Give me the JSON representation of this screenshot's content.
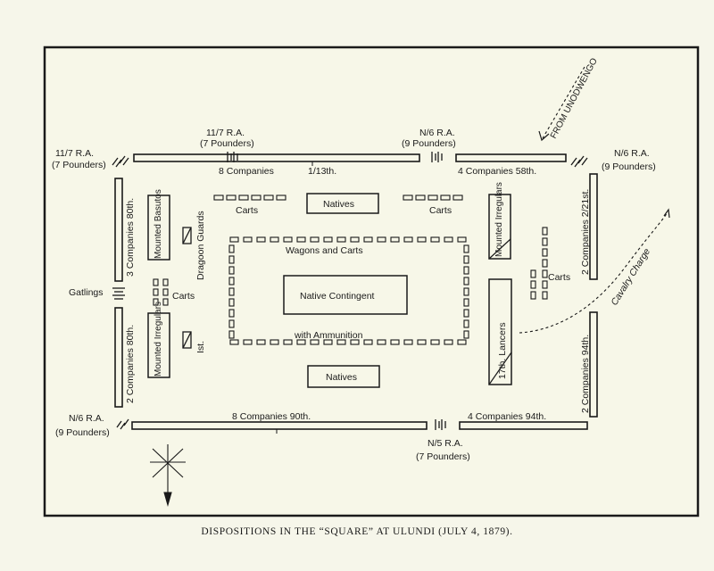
{
  "caption": "DISPOSITIONS IN THE “SQUARE” AT ULUNDI (JULY 4, 1879).",
  "labels": {
    "ra_nw_line1": "11/7 R.A.",
    "ra_nw_line2": "(7 Pounders)",
    "ra_top_left_line1": "11/7 R.A.",
    "ra_top_left_line2": "(7 Pounders)",
    "ra_top_right_line1": "N/6 R.A.",
    "ra_top_right_line2": "(9 Pounders)",
    "ra_ne_line1": "N/6 R.A.",
    "ra_ne_line2": "(9 Pounders)",
    "ra_sw_line1": "N/6 R.A.",
    "ra_sw_line2": "(9 Pounders)",
    "ra_bottom_line1": "N/5 R.A.",
    "ra_bottom_line2": "(7 Pounders)",
    "top_8_companies": "8 Companies",
    "top_1_13th": "1/13th.",
    "top_4_companies_58th": "4 Companies    58th.",
    "from_undwengo": "FROM UNODWENGO",
    "cavalry_charge": "Cavalry Charge",
    "left_3_companies_80th": "3 Companies 80th.",
    "left_2_companies_80th": "2 Companies 80th.",
    "gatlings": "Gatlings",
    "mounted_basutos": "Mounted Basutos",
    "mounted_irregulars_left": "Mounted Irregulars",
    "dragoon_guards": "Dragoon Guards",
    "ist": "Ist.",
    "carts_left_top": "Carts",
    "carts_left_mid": "Carts",
    "natives_top": "Natives",
    "carts_right_top": "Carts",
    "wagons_and_carts": "Wagons    and    Carts",
    "native_contingent": "Native Contingent",
    "with_ammunition": "with      Ammunition",
    "natives_bottom": "Natives",
    "mounted_irregulars_right": "Mounted Irregulars",
    "carts_right_mid": "Carts",
    "lancers_17th": "17th. Lancers",
    "right_2_companies_21st": "2 Companies 2/21st.",
    "right_2_companies_94th": "2 Companies 94th.",
    "bottom_8_companies_90th": "8  Companies  90th.",
    "bottom_4_companies_94th": "4  Companies 94th."
  }
}
